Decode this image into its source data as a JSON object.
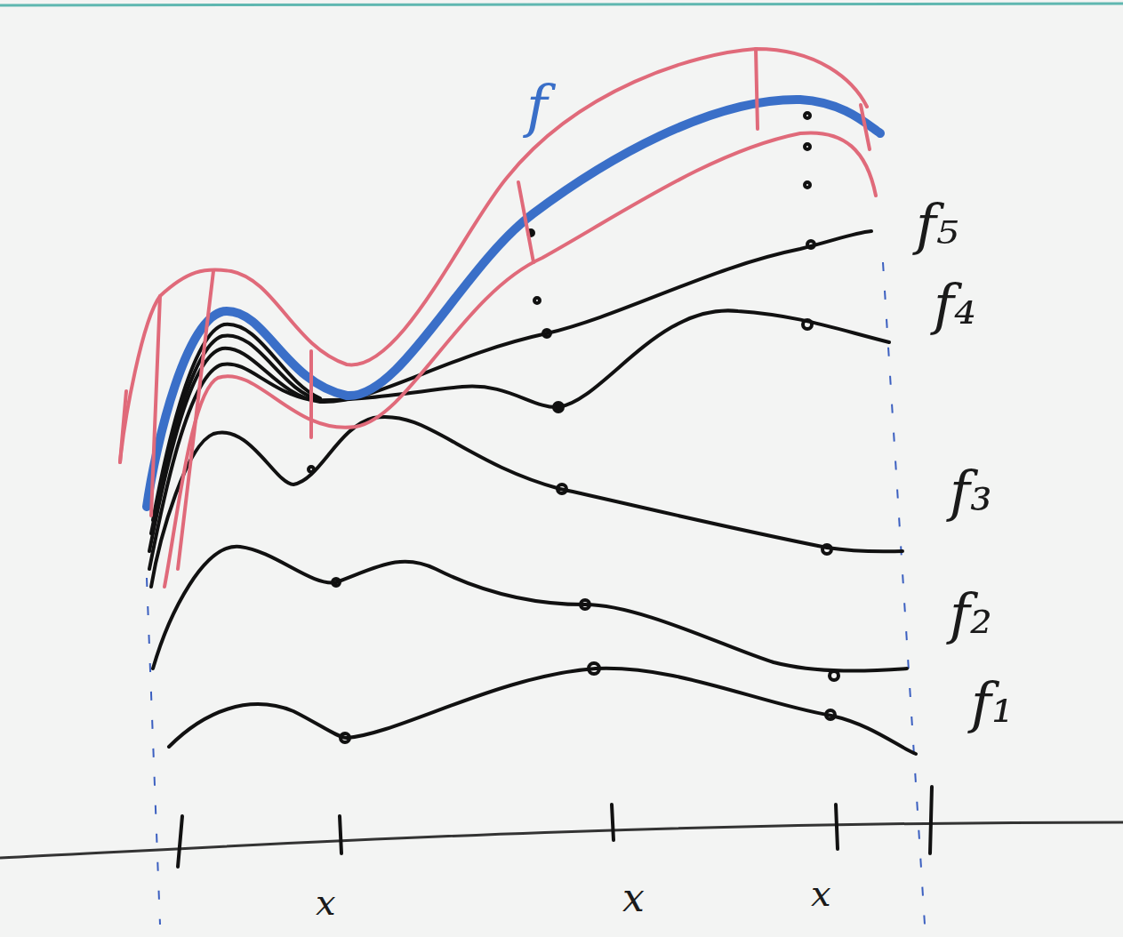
{
  "diagram": {
    "labels": [
      "f",
      "f₅",
      "f₄",
      "f₃",
      "f₂",
      "f₁",
      "x",
      "x",
      "x"
    ]
  }
}
